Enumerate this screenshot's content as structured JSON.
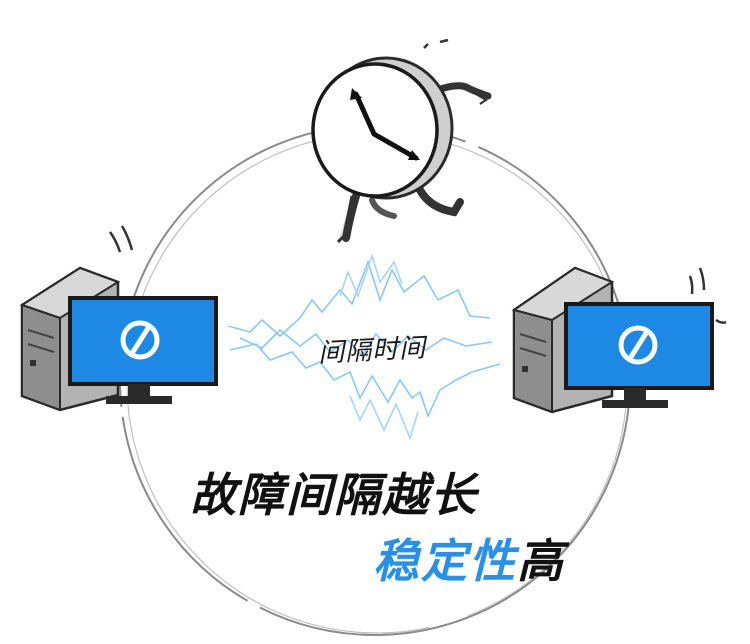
{
  "spark_label": "间隔时间",
  "caption": {
    "line1": "故障间隔越长",
    "line2_accent": "稳定性",
    "line2_tail": "高"
  },
  "colors": {
    "screen_blue": "#1e88e5",
    "accent_blue": "#2a8fe6",
    "spark_blue": "#8ec6f5",
    "ink": "#111111",
    "tower_gray": "#9a9a9a"
  },
  "icons": [
    "left-computer-icon",
    "right-computer-icon",
    "running-clock-icon",
    "power-symbol-icon"
  ]
}
